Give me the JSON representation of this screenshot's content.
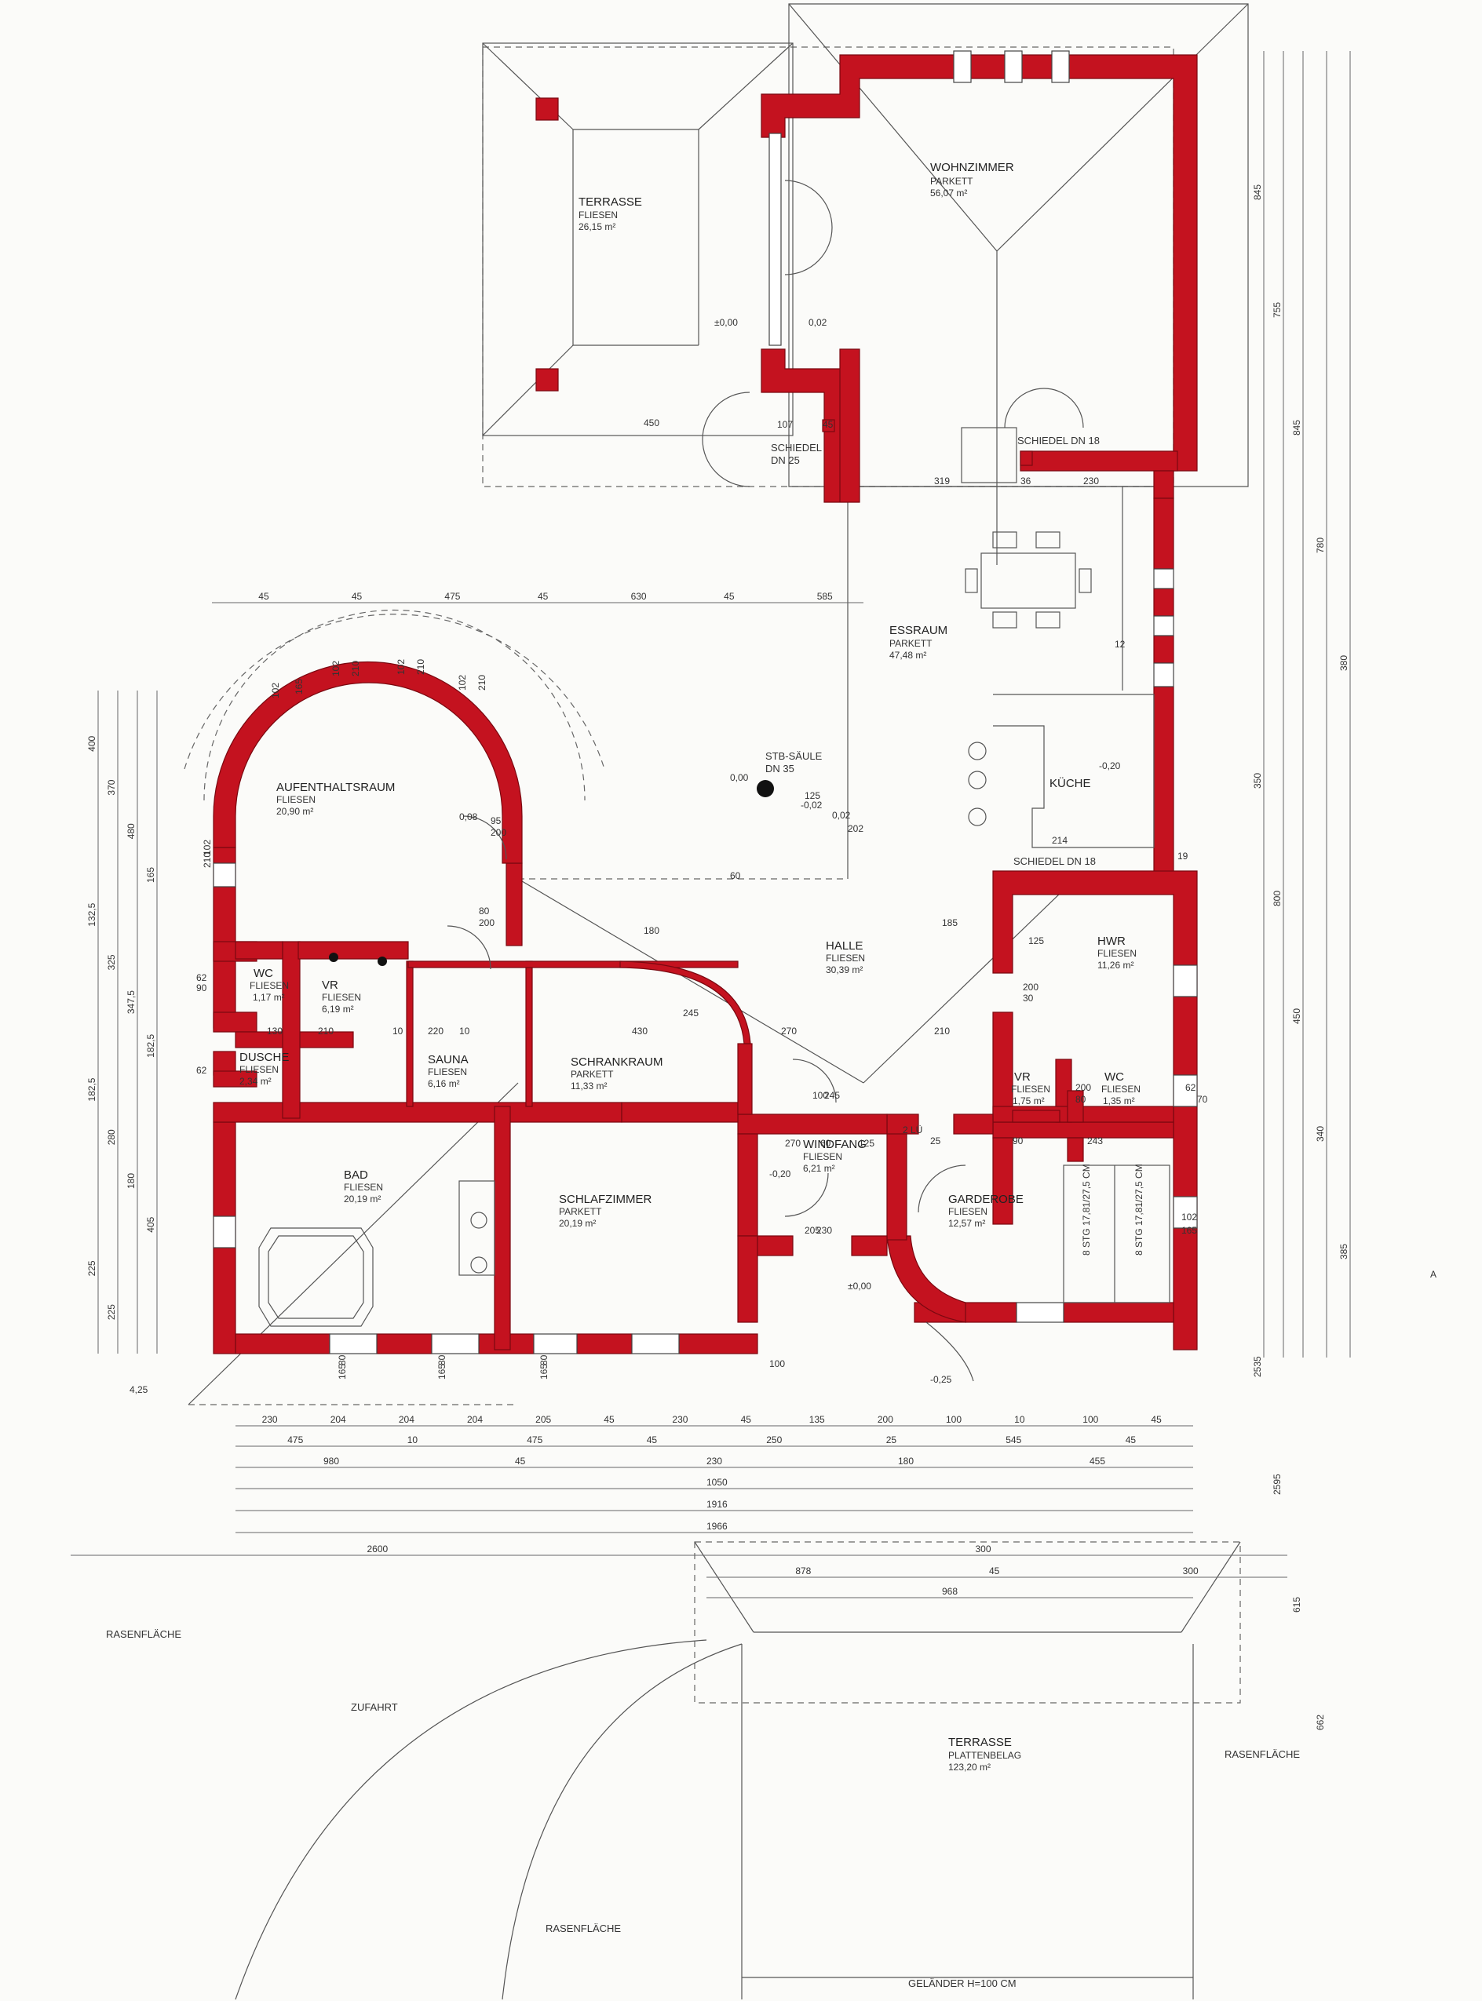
{
  "rooms": [
    {
      "id": "wohnzimmer",
      "name": "WOHNZIMMER",
      "finish": "PARKETT",
      "area": "56,07 m²"
    },
    {
      "id": "terrasse_top",
      "name": "TERRASSE",
      "finish": "FLIESEN",
      "area": "26,15 m²"
    },
    {
      "id": "essraum",
      "name": "ESSRAUM",
      "finish": "PARKETT",
      "area": "47,48 m²"
    },
    {
      "id": "kueche",
      "name": "KÜCHE",
      "finish": "",
      "area": ""
    },
    {
      "id": "aufenthaltsraum",
      "name": "AUFENTHALTSRAUM",
      "finish": "FLIESEN",
      "area": "20,90 m²"
    },
    {
      "id": "halle",
      "name": "HALLE",
      "finish": "FLIESEN",
      "area": "30,39 m²"
    },
    {
      "id": "hwr",
      "name": "HWR",
      "finish": "FLIESEN",
      "area": "11,26 m²"
    },
    {
      "id": "wc_left",
      "name": "WC",
      "finish": "FLIESEN",
      "area": "1,17 m²"
    },
    {
      "id": "vr_left",
      "name": "VR",
      "finish": "FLIESEN",
      "area": "6,19 m²"
    },
    {
      "id": "dusche",
      "name": "DUSCHE",
      "finish": "FLIESEN",
      "area": "2,34 m²"
    },
    {
      "id": "sauna",
      "name": "SAUNA",
      "finish": "FLIESEN",
      "area": "6,16 m²"
    },
    {
      "id": "schrankraum",
      "name": "SCHRANKRAUM",
      "finish": "PARKETT",
      "area": "11,33 m²"
    },
    {
      "id": "vr_right",
      "name": "VR",
      "finish": "FLIESEN",
      "area": "1,75 m²"
    },
    {
      "id": "wc_right",
      "name": "WC",
      "finish": "FLIESEN",
      "area": "1,35 m²"
    },
    {
      "id": "bad",
      "name": "BAD",
      "finish": "FLIESEN",
      "area": "20,19 m²"
    },
    {
      "id": "schlafzimmer",
      "name": "SCHLAFZIMMER",
      "finish": "PARKETT",
      "area": "20,19 m²"
    },
    {
      "id": "windfang",
      "name": "WINDFANG",
      "finish": "FLIESEN",
      "area": "6,21 m²"
    },
    {
      "id": "garderobe",
      "name": "GARDEROBE",
      "finish": "FLIESEN",
      "area": "12,57 m²"
    },
    {
      "id": "terrasse_bottom",
      "name": "TERRASSE",
      "finish": "PLATTENBELAG",
      "area": "123,20 m²"
    }
  ],
  "labels": {
    "schiedel_25": "SCHIEDEL",
    "schiedel_25_dn": "DN 25",
    "schiedel_18_top": "SCHIEDEL DN 18",
    "schiedel_18_kitchen": "SCHIEDEL DN 18",
    "stb_saeule": "STB-SÄULE",
    "stb_saeule_dn": "DN 35",
    "rasen_left": "RASENFLÄCHE",
    "rasen_right": "RASENFLÄCHE",
    "rasen_bottom": "RASENFLÄCHE",
    "zufahrt": "ZUFAHRT",
    "gelaender": "GELÄNDER H=100 CM",
    "stairs_a": "8 STG 17,81/27,5 CM",
    "stairs_b": "8 STG 17,81/27,5 CM",
    "two_lu": "2 LÜ",
    "section_a": "A"
  },
  "dimensions": {
    "bottom_rows": [
      [
        "230",
        "204",
        "204",
        "204",
        "205",
        "45",
        "230",
        "45",
        "135",
        "200",
        "100",
        "10",
        "100",
        "45"
      ],
      [
        "475",
        "10",
        "475",
        "45",
        "250",
        "25",
        "545",
        "45"
      ],
      [
        "980",
        "45",
        "230",
        "180",
        "455"
      ],
      [
        "1050"
      ],
      [
        "1916"
      ],
      [
        "1966"
      ],
      [
        "2600",
        "300"
      ],
      [
        "878",
        "45",
        "300"
      ],
      [
        "968"
      ]
    ],
    "top_row": [
      "45",
      "45",
      "475",
      "45",
      "630",
      "45",
      "585"
    ],
    "left_rows": [
      "400",
      "370",
      "480",
      "165",
      "132,5",
      "325",
      "347,5",
      "182,5",
      "182,5",
      "280",
      "180",
      "405",
      "225",
      "225"
    ],
    "right_rows": [
      "845",
      "755",
      "845",
      "780",
      "380",
      "350",
      "800",
      "450",
      "340",
      "385",
      "2535",
      "2595",
      "615",
      "662"
    ],
    "window_tags": [
      "102",
      "165",
      "102",
      "210",
      "102",
      "210",
      "102",
      "210",
      "102",
      "210",
      "80",
      "165",
      "80",
      "165",
      "80",
      "165"
    ],
    "misc": [
      "319",
      "36",
      "230",
      "450",
      "107",
      "45",
      "95",
      "200",
      "80",
      "200",
      "430",
      "270",
      "210",
      "130",
      "210",
      "220",
      "10",
      "10",
      "100",
      "245",
      "270",
      "60",
      "125",
      "25",
      "90",
      "243",
      "102",
      "165",
      "62",
      "90",
      "62",
      "62",
      "70",
      "200",
      "80",
      "200",
      "30",
      "100",
      "205",
      "230",
      "-0,20",
      "±0,00",
      "±0,00",
      "0,02",
      "0,08",
      "-0,25",
      "-0,20",
      "-0,02",
      "0,00",
      "0,02",
      "4,25",
      "125",
      "180",
      "125",
      "185",
      "12",
      "202",
      "245",
      "60",
      "19",
      "214"
    ]
  },
  "colors": {
    "wall": "#c4121f",
    "line": "#555555",
    "paper": "#fbfbf9"
  }
}
